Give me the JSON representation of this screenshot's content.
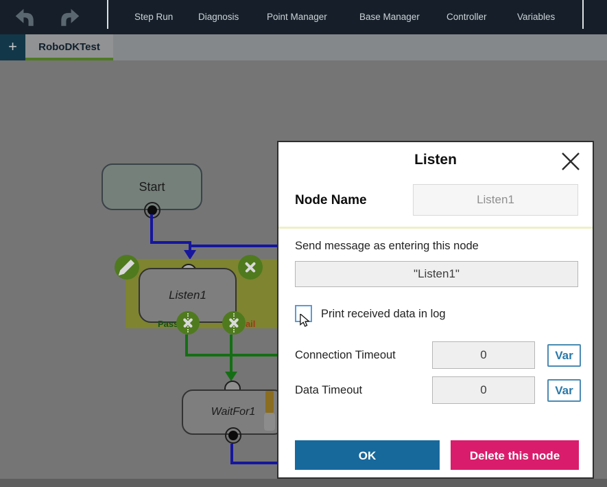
{
  "toolbar": {
    "items": [
      "Step Run",
      "Diagnosis",
      "Point Manager",
      "Base Manager",
      "Controller",
      "Variables"
    ]
  },
  "tabs": {
    "add_label": "+",
    "active_tab": "RoboDKTest"
  },
  "canvas": {
    "start_node": {
      "label": "Start"
    },
    "listen_node": {
      "label": "Listen1",
      "pass_label": "Pass",
      "fail_label": "Fail"
    },
    "waitfor_node": {
      "label": "WaitFor1"
    }
  },
  "dialog": {
    "title": "Listen",
    "node_name_label": "Node Name",
    "node_name_value": "Listen1",
    "send_message_label": "Send message as entering this node",
    "send_message_value": "\"Listen1\"",
    "print_log_label": "Print received data in log",
    "print_log_checked": false,
    "connection_timeout_label": "Connection Timeout",
    "connection_timeout_value": "0",
    "data_timeout_label": "Data Timeout",
    "data_timeout_value": "0",
    "var_button_label": "Var",
    "ok_button_label": "OK",
    "delete_button_label": "Delete this node"
  },
  "icons": {
    "undo": "undo-arrow",
    "redo": "redo-arrow",
    "add_tab": "plus",
    "close": "x",
    "edit": "pencil",
    "delete": "x",
    "detach_port": "x-with-dotted-line",
    "cursor": "mouse-pointer"
  },
  "colors": {
    "toolbar_bg": "#161f29",
    "ok_button": "#17699c",
    "delete_button": "#da1c6c",
    "var_accent": "#2a79a8",
    "tab_underline": "#4e7a22",
    "selection_highlight": "#7e842f",
    "connection_blue": "#16169e",
    "connection_green": "#156e15",
    "node_action_green": "#4f7a1e"
  }
}
